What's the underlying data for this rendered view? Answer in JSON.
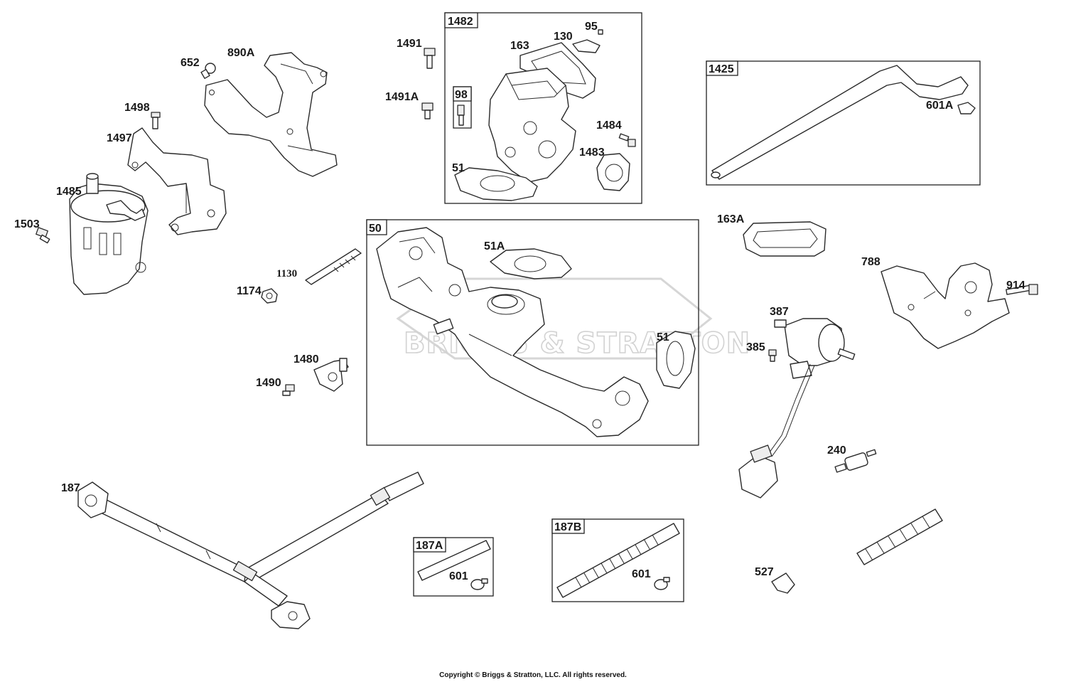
{
  "watermark": "BRIGGS & STRATTON",
  "copyright": "Copyright © Briggs & Stratton, LLC. All rights reserved.",
  "callouts": {
    "c652": "652",
    "c890A": "890A",
    "c1498": "1498",
    "c1497": "1497",
    "c1485": "1485",
    "c1503": "1503",
    "c1130": "1130",
    "c1174": "1174",
    "c1480": "1480",
    "c1490": "1490",
    "c1491": "1491",
    "c1491A": "1491A",
    "c163": "163",
    "c130": "130",
    "c95": "95",
    "c1484": "1484",
    "c1483": "1483",
    "c51a": "51",
    "c51A": "51A",
    "c51b": "51",
    "c1425_601A": "601A",
    "c163A": "163A",
    "c788": "788",
    "c914": "914",
    "c387": "387",
    "c385": "385",
    "c240": "240",
    "c187": "187",
    "c601a": "601",
    "c601b": "601",
    "c527": "527"
  },
  "group_boxes": {
    "g1482": "1482",
    "g98": "98",
    "g1425": "1425",
    "g50": "50",
    "g187A": "187A",
    "g187B": "187B"
  }
}
